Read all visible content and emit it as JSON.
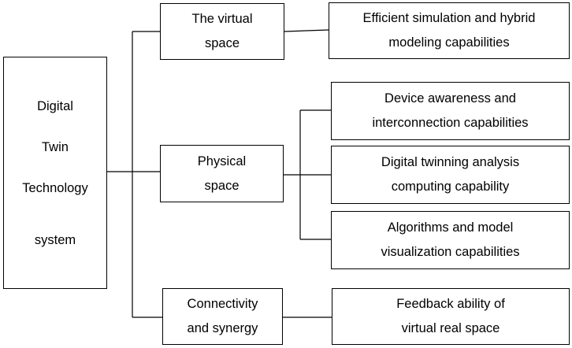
{
  "root": {
    "lines": [
      "Digital",
      "Twin",
      "Technology",
      "system"
    ]
  },
  "branches": [
    {
      "lines": [
        "The virtual",
        "space"
      ]
    },
    {
      "lines": [
        "Physical",
        "space"
      ]
    },
    {
      "lines": [
        "Connectivity",
        "and synergy"
      ]
    }
  ],
  "leaves": [
    {
      "lines": [
        "Efficient simulation and hybrid",
        "modeling capabilities"
      ]
    },
    {
      "lines": [
        "Device awareness and",
        "interconnection capabilities"
      ]
    },
    {
      "lines": [
        "Digital twinning analysis",
        "computing capability"
      ]
    },
    {
      "lines": [
        "Algorithms and model",
        "visualization capabilities"
      ]
    },
    {
      "lines": [
        "Feedback ability of",
        "virtual real space"
      ]
    }
  ]
}
